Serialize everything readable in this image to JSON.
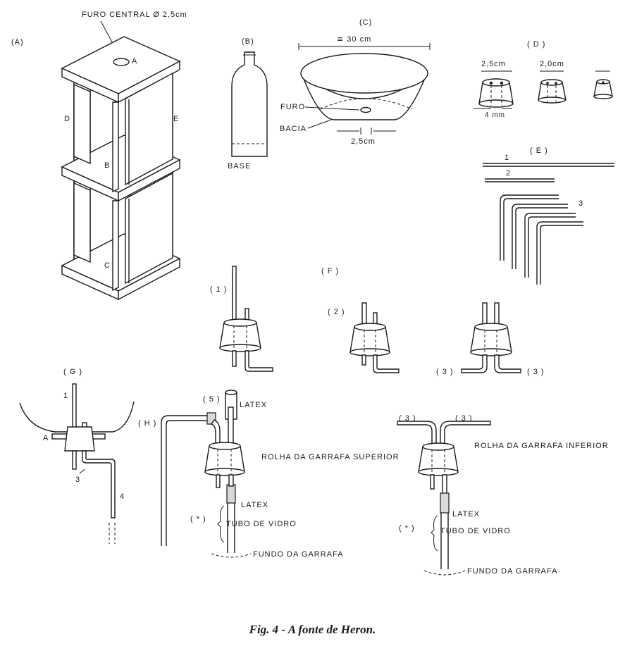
{
  "caption": "Fig. 4 - A fonte de Heron.",
  "panel_a": {
    "id": "(A)",
    "furo_central": "FURO CENTRAL Ø 2,5cm",
    "labels": {
      "a": "A",
      "b": "B",
      "c": "C",
      "d": "D",
      "e": "E"
    }
  },
  "panel_b": {
    "id": "(B)",
    "base": "BASE"
  },
  "panel_c": {
    "id": "(C)",
    "diameter": "≅ 30 cm",
    "furo": "FURO",
    "bacia": "BACIA",
    "hole": "2,5cm"
  },
  "panel_d": {
    "id": "( D )",
    "size_1": "2,5cm",
    "size_2": "2,0cm",
    "hole_gap": "4 mm"
  },
  "panel_e": {
    "id": "( E )",
    "tube_1": "1",
    "tube_2": "2",
    "tube_3": "3"
  },
  "panel_f": {
    "id": "( F )",
    "n1": "( 1 )",
    "n2": "( 2 )",
    "n3a": "( 3 )",
    "n3b": "( 3 )"
  },
  "panel_g": {
    "id": "( G )",
    "t1": "1",
    "a": "A",
    "t3": "3",
    "t4": "4"
  },
  "panel_h": {
    "id": "( H )",
    "n5": "( 5 )",
    "latex_top": "LATEX",
    "rolha_superior": "ROLHA DA GARRAFA SUPERIOR",
    "latex": "LATEX",
    "asterisk": "( * )",
    "tubo_vidro": "TUBO DE VIDRO",
    "fundo": "FUNDO DA GARRAFA"
  },
  "panel_i": {
    "n3a": "( 3 )",
    "n3b": "( 3 )",
    "rolha_inferior": "ROLHA DA GARRAFA INFERIOR",
    "latex": "LATEX",
    "asterisk": "( * )",
    "tubo_vidro": "TUBO DE VIDRO",
    "fundo": "FUNDO DA GARRAFA"
  }
}
